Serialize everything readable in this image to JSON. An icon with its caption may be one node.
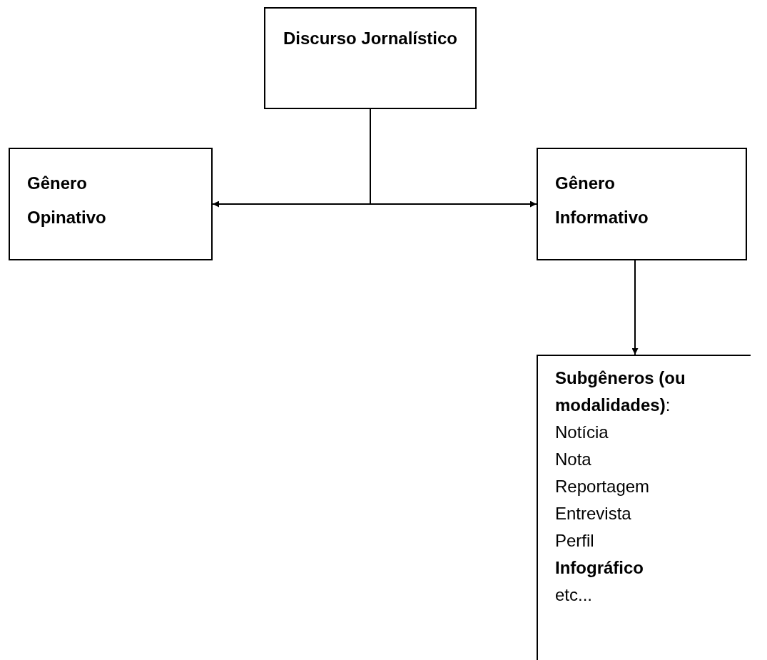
{
  "diagram": {
    "nodes": [
      {
        "text": [
          "Discurso Jornalístico"
        ]
      },
      {
        "text": [
          "Gênero Opinativo"
        ]
      },
      {
        "text": [
          "Gênero Informativo"
        ]
      },
      {
        "text": [
          "**Subgêneros (ou modalidades)**:",
          "Notícia",
          "Nota",
          "Reportagem",
          "Entrevista",
          "Perfil",
          "**Infográfico**",
          "etc..."
        ]
      }
    ],
    "edges": [
      {
        "from": 0,
        "to": 1,
        "arrow": "to"
      },
      {
        "from": 0,
        "to": 2,
        "arrow": "to"
      },
      {
        "from": 2,
        "to": 3,
        "arrow": "to"
      }
    ]
  }
}
